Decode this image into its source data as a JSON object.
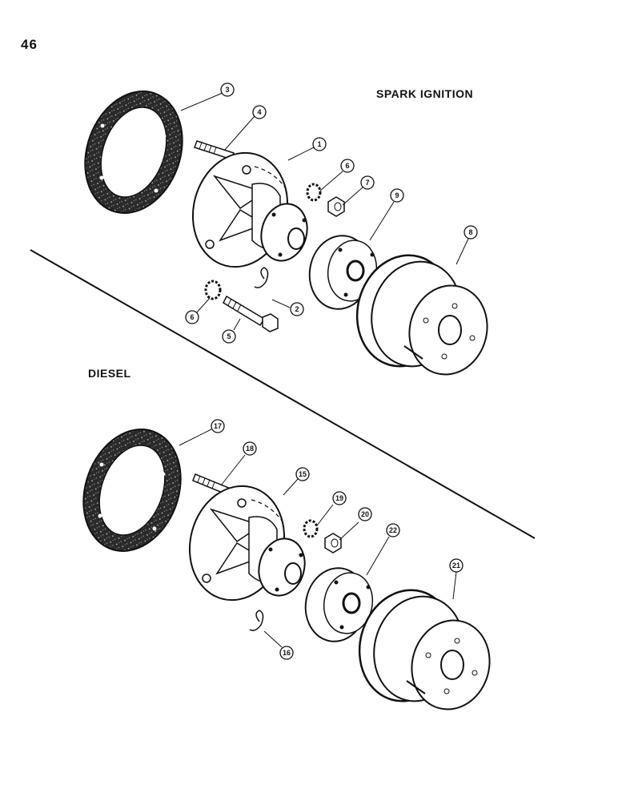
{
  "page": {
    "number": "46"
  },
  "sections": [
    {
      "id": "spark",
      "label": "SPARK IGNITION"
    },
    {
      "id": "diesel",
      "label": "DIESEL"
    }
  ],
  "callouts": {
    "spark": [
      "3",
      "4",
      "1",
      "6",
      "7",
      "9",
      "8",
      "2",
      "6",
      "5"
    ],
    "diesel": [
      "17",
      "18",
      "15",
      "19",
      "20",
      "22",
      "21",
      "16"
    ]
  }
}
